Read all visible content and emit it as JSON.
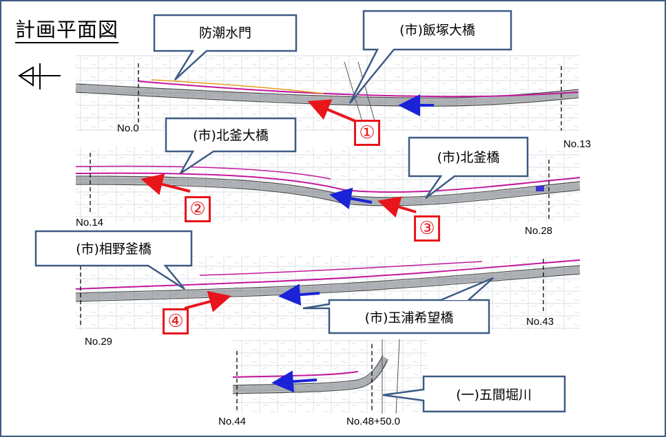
{
  "title": "計画平面図",
  "callouts": {
    "bousui": "防潮水門",
    "iizuka": "(市)飯塚大橋",
    "kitagama_ohashi": "(市)北釜大橋",
    "kitagama": "(市)北釜橋",
    "aino": "(市)相野釜橋",
    "tamaura": "(市)玉浦希望橋",
    "gokenbori": "(一)五間堀川"
  },
  "stations": {
    "no0": "No.0",
    "no13": "No.13",
    "no14": "No.14",
    "no28": "No.28",
    "no29": "No.29",
    "no43": "No.43",
    "no44": "No.44",
    "no48": "No.48+50.0"
  },
  "markers": {
    "m1": "①",
    "m2": "②",
    "m3": "③",
    "m4": "④"
  },
  "colors": {
    "frame": "#3d5a83",
    "callout_fill": "#ffffff",
    "callout_stroke": "#3d5a83",
    "marker_red": "#e8151b",
    "direction_blue": "#1a24d6",
    "road_magenta": "#c2179c"
  },
  "north_symbol": "north-arrow"
}
